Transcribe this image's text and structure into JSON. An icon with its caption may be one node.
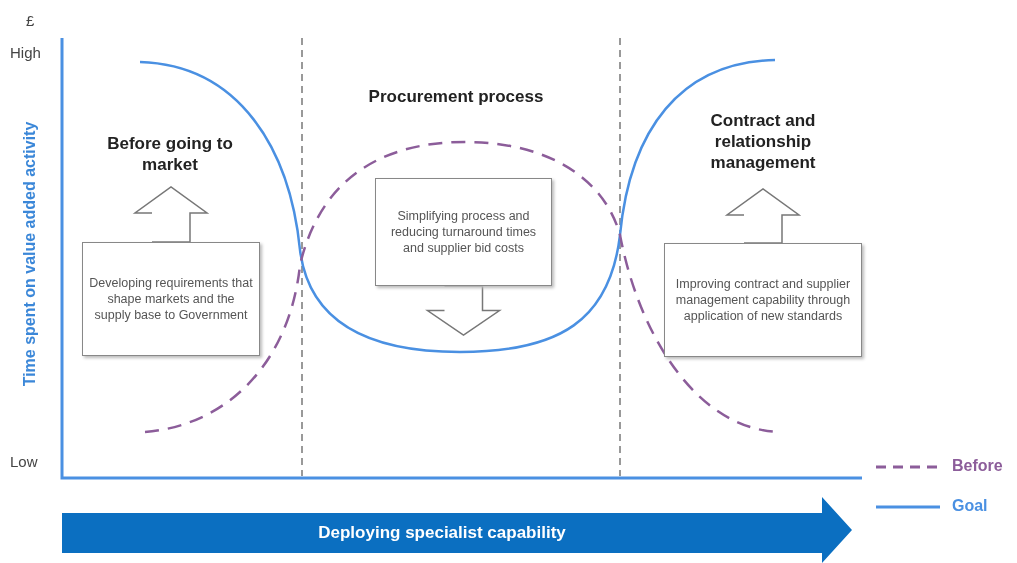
{
  "diagram": {
    "nodes": [
      {
        "text": [
          "Before going to market"
        ]
      },
      {
        "text": [
          "Developing requirements that shape markets and the supply base to Government"
        ]
      },
      {
        "text": [
          "Procurement process"
        ]
      },
      {
        "text": [
          "Simplifying process and reducing turnaround times and supplier bid costs"
        ]
      },
      {
        "text": [
          "Contract and relationship management"
        ]
      },
      {
        "text": [
          "Improving contract and supplier management capability through application of new standards"
        ]
      },
      {
        "text": [
          "Deploying specialist capability"
        ]
      }
    ],
    "edges": [
      {
        "from": 1,
        "to": 0,
        "arrow": "to"
      },
      {
        "from": 3,
        "to": null,
        "arrow": "to"
      },
      {
        "from": 5,
        "to": 4,
        "arrow": "to"
      }
    ],
    "labels": [
      "£",
      "High",
      "Time spent on value added activity",
      "Low"
    ],
    "legend": [
      {
        "text": "Before"
      },
      {
        "text": "Goal"
      }
    ]
  }
}
